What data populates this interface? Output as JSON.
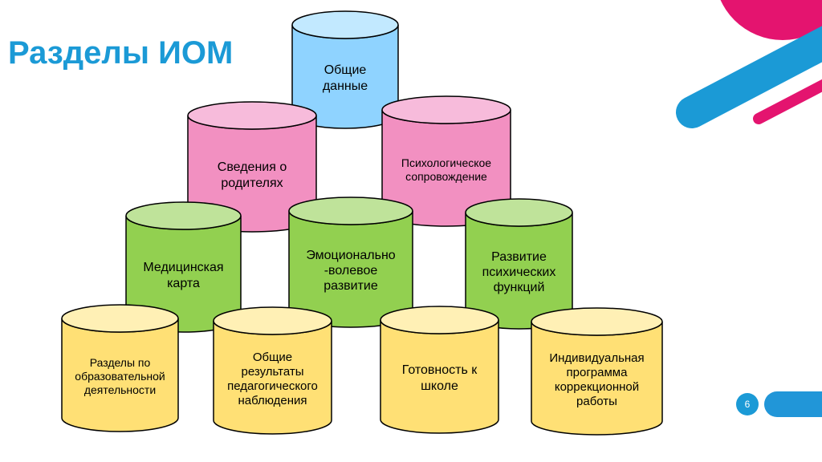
{
  "slide": {
    "title": "Разделы ИОМ",
    "page_number": "6"
  },
  "colors": {
    "title": "#1b9ad6",
    "blue_fill": "#8fd3ff",
    "pink_fill": "#f290c1",
    "green_fill": "#92d050",
    "yellow_fill": "#ffe075",
    "accent_magenta": "#e4146f",
    "accent_blue": "#1b9ad6"
  },
  "cylinders": [
    {
      "id": "obshchie-dannye",
      "label": "Общие\nданные",
      "color": "blue"
    },
    {
      "id": "svedeniya-o-roditelyakh",
      "label": "Сведения о\nродителях",
      "color": "pink"
    },
    {
      "id": "psikhologicheskoe-soprovozhdenie",
      "label": "Психологическое\nсопровождение",
      "color": "pink"
    },
    {
      "id": "meditsinskaya-karta",
      "label": "Медицинская\nкарта",
      "color": "green"
    },
    {
      "id": "emotsionalno-volevoe-razvitie",
      "label": "Эмоционально\n-волевое\nразвитие",
      "color": "green"
    },
    {
      "id": "razvitie-psikhicheskikh-funktsiy",
      "label": "Развитие\nпсихических\nфункций",
      "color": "green"
    },
    {
      "id": "razdely-po-obrazovatelnoy-deyatelnosti",
      "label": "Разделы по\nобразовательной\nдеятельности",
      "color": "yellow"
    },
    {
      "id": "obshchie-rezultaty-nablyudeniya",
      "label": "Общие\nрезультаты\nпедагогического\nнаблюдения",
      "color": "yellow"
    },
    {
      "id": "gotovnost-k-shkole",
      "label": "Готовность к\nшколе",
      "color": "yellow"
    },
    {
      "id": "individualnaya-programma",
      "label": "Индивидуальная\nпрограмма\nкоррекционной\nработы",
      "color": "yellow"
    }
  ]
}
